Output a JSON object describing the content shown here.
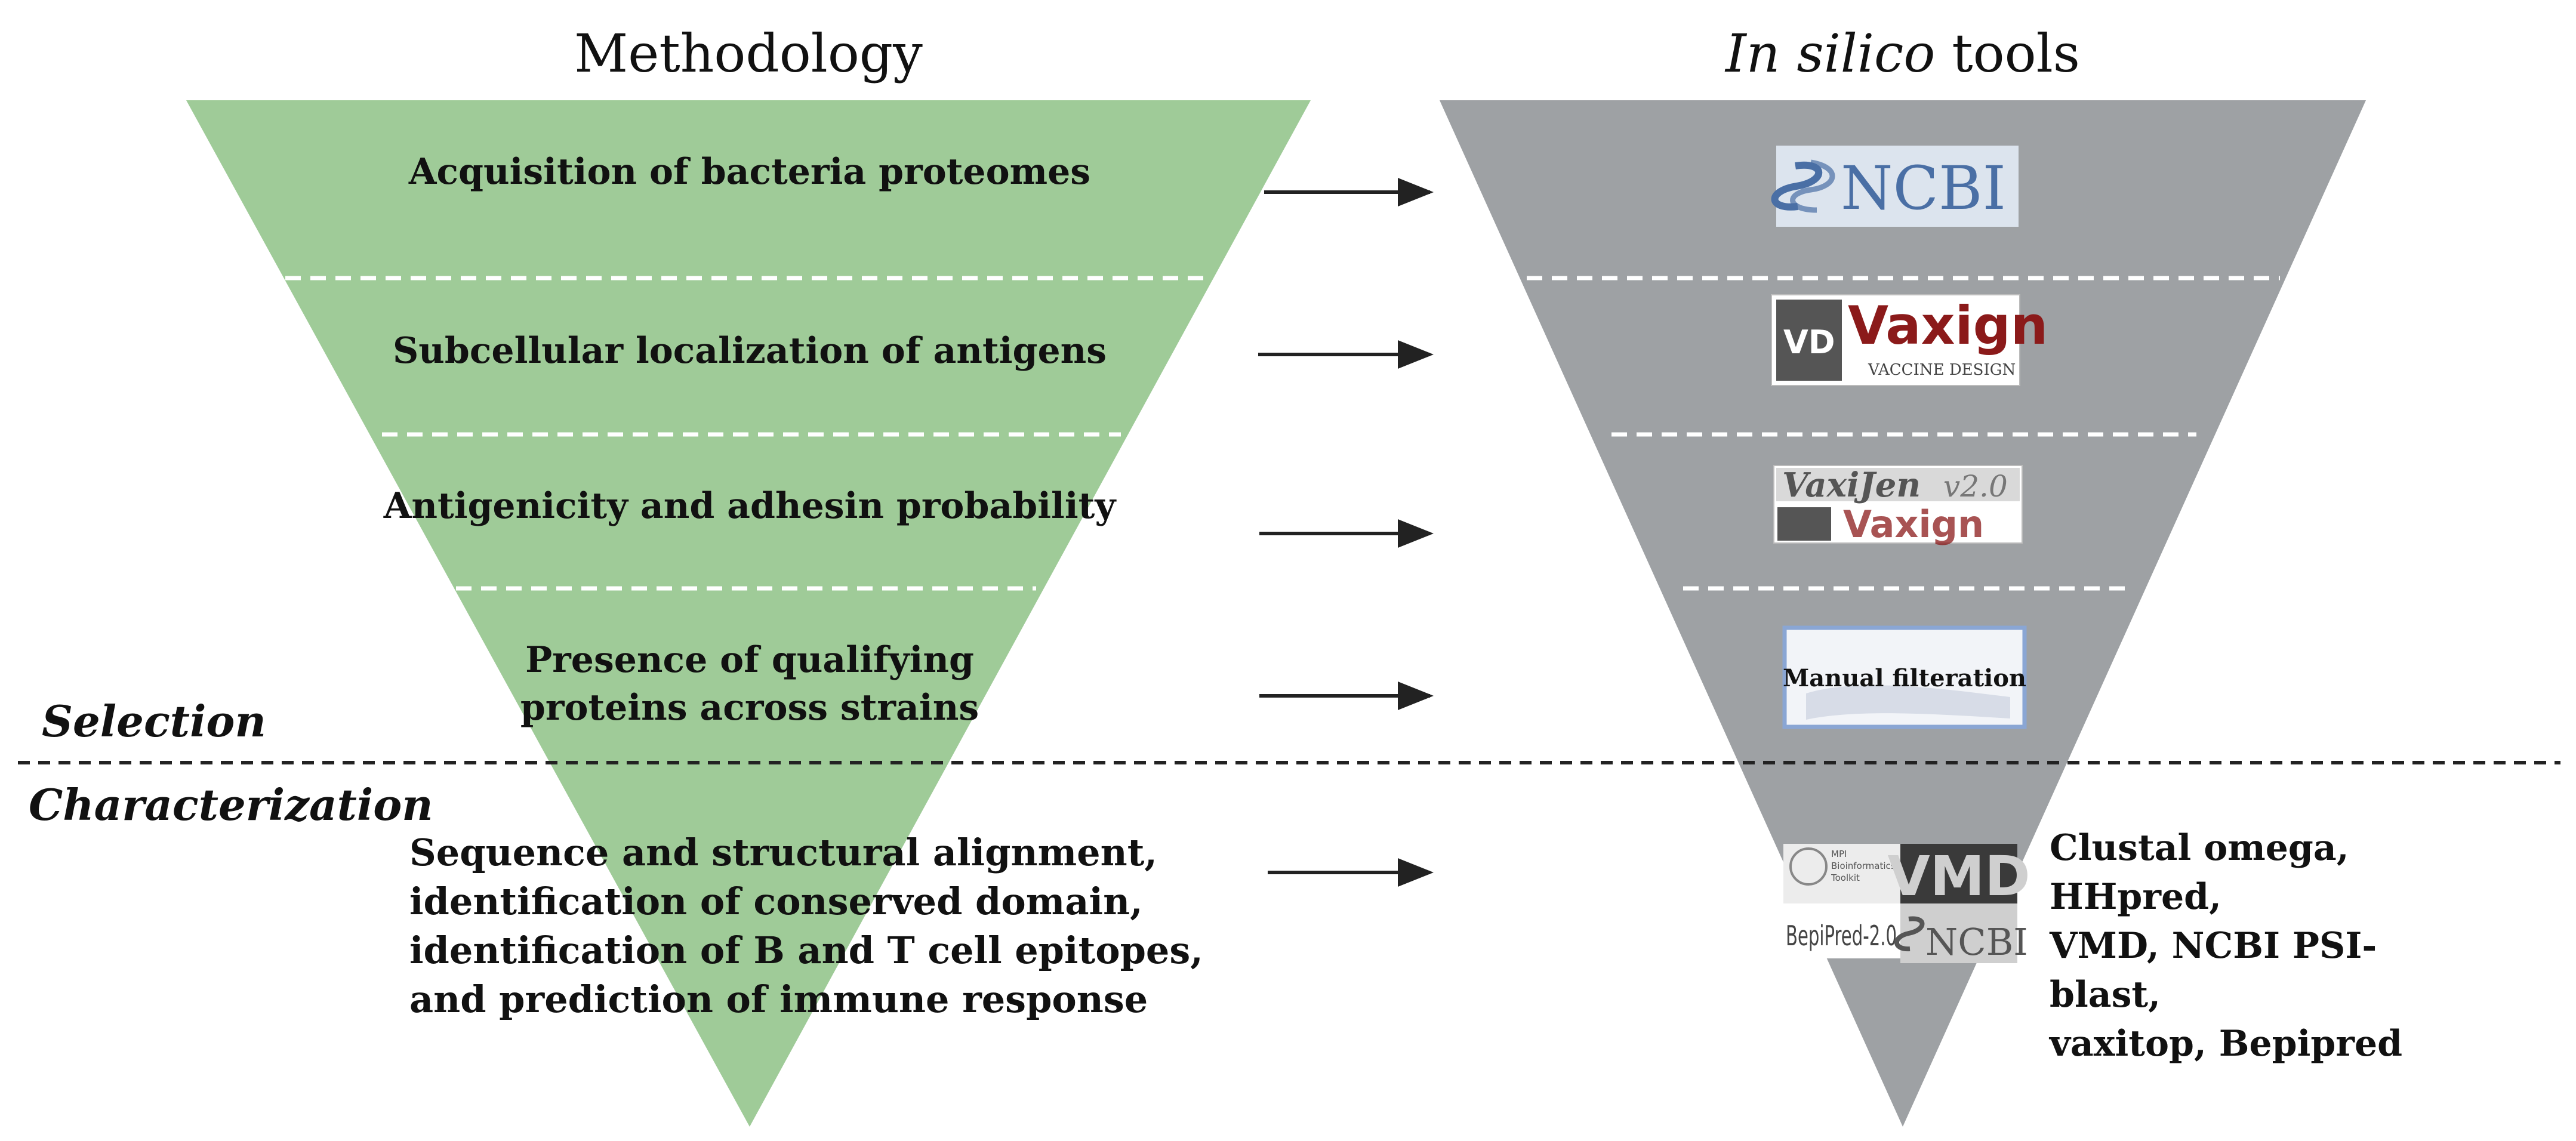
{
  "headings": {
    "methodology": "Methodology",
    "tools_italic": "In silico",
    "tools_rest": " tools"
  },
  "steps": [
    "Acquisition of bacteria proteomes",
    "Subcellular localization of antigens",
    "Antigenicity and adhesin probability",
    "Presence of qualifying proteins across strains",
    "Sequence and structural alignment, identification of conserved domain, identification of B and T cell epitopes, and prediction of immune response"
  ],
  "step4_lines": [
    "Presence of qualifying",
    "proteins across strains"
  ],
  "step5_lines": [
    "Sequence and structural alignment,",
    "identification of conserved domain,",
    "identification of B and T cell epitopes,",
    "and prediction of immune response"
  ],
  "phases": {
    "selection": "Selection",
    "characterization": "Characterization"
  },
  "tools": {
    "ncbi": "NCBI",
    "vaxign": "Vaxign",
    "vaxign_sub": "VACCINE DESIGN",
    "vd": "VD",
    "vaxijen": "VaxiJen",
    "vaxijen_version": "v2.0",
    "manual": "Manual filteration",
    "mpi_line1": "MPI",
    "mpi_line2": "Bioinformatics",
    "mpi_line3": "Toolkit",
    "vmd": "VMD",
    "bepipred": "BepiPred-2.0",
    "list_lines": [
      "Clustal omega, HHpred,",
      "VMD, NCBI PSI-blast,",
      "vaxitop, Bepipred"
    ]
  },
  "colors": {
    "method_funnel": "#9fcb98",
    "tools_funnel": "#9ea1a4",
    "divider": "#ffffff",
    "phase_line": "#222222",
    "arrow": "#222222",
    "ncbi_blue": "#4a6fa5",
    "vaxign_red": "#8b1a1a"
  }
}
